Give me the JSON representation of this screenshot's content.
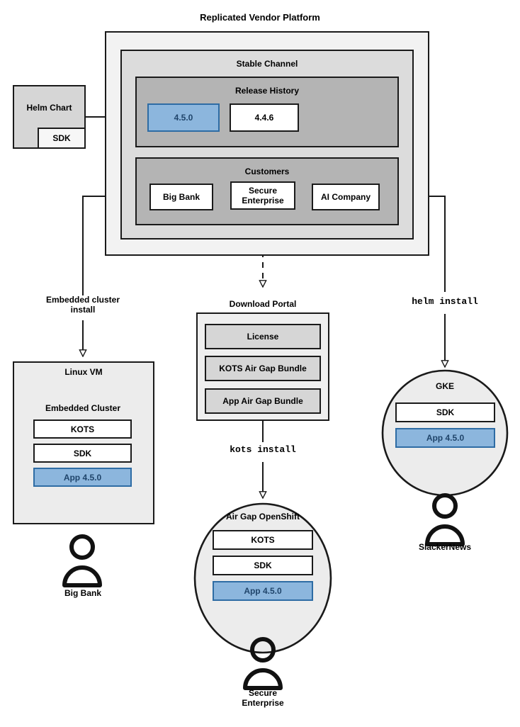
{
  "diagram": {
    "title": "Replicated Vendor Platform",
    "colors": {
      "accent_blue_fill": "#8cb6dd",
      "accent_blue_border": "#2e6ca4",
      "accent_blue_text": "#20456b",
      "level1_gray": "#f2f2f2",
      "level2_gray": "#dcdcdc",
      "level3_gray": "#b4b4b4",
      "stroke": "#1a1a1a",
      "white": "#ffffff"
    }
  },
  "helm_chart": {
    "label": "Helm Chart",
    "sdk_label": "SDK"
  },
  "platform": {
    "title": "Replicated Vendor Platform",
    "channel": {
      "title": "Stable Channel",
      "release_history": {
        "title": "Release History",
        "releases": [
          {
            "version": "4.5.0",
            "highlighted": true
          },
          {
            "version": "4.4.6",
            "highlighted": false
          }
        ]
      },
      "customers": {
        "title": "Customers",
        "items": [
          {
            "name": "Big Bank"
          },
          {
            "name": "Secure\nEnterprise"
          },
          {
            "name": "AI Company"
          }
        ]
      }
    }
  },
  "edges": [
    {
      "id": "helm-to-release",
      "label": "",
      "style": "solid"
    },
    {
      "id": "bigbank-to-linuxvm",
      "label": "Embedded cluster\ninstall",
      "style": "solid"
    },
    {
      "id": "secure-to-portal",
      "label": "",
      "style": "dashed"
    },
    {
      "id": "portal-to-openshift",
      "label": "kots install",
      "style": "solid",
      "mono": true
    },
    {
      "id": "aicompany-to-gke",
      "label": "helm install",
      "style": "solid",
      "mono": true
    }
  ],
  "linux_vm": {
    "title": "Linux VM",
    "cluster": {
      "title": "Embedded Cluster",
      "components": [
        {
          "label": "KOTS",
          "highlighted": false
        },
        {
          "label": "SDK",
          "highlighted": false
        },
        {
          "label": "App 4.5.0",
          "highlighted": true
        }
      ]
    },
    "actor": "Big Bank"
  },
  "download_portal": {
    "title": "Download Portal",
    "items": [
      {
        "label": "License"
      },
      {
        "label": "KOTS Air Gap Bundle"
      },
      {
        "label": "App Air Gap Bundle"
      }
    ]
  },
  "openshift": {
    "title": "Air Gap OpenShift",
    "components": [
      {
        "label": "KOTS",
        "highlighted": false
      },
      {
        "label": "SDK",
        "highlighted": false
      },
      {
        "label": "App 4.5.0",
        "highlighted": true
      }
    ],
    "actor": "Secure\nEnterprise"
  },
  "gke": {
    "title": "GKE",
    "components": [
      {
        "label": "SDK",
        "highlighted": false
      },
      {
        "label": "App 4.5.0",
        "highlighted": true
      }
    ],
    "actor": "SlackerNews"
  },
  "icons": {
    "person": "person-icon",
    "arrow_filled": "arrow-filled-icon",
    "arrow_open": "arrow-open-icon"
  }
}
